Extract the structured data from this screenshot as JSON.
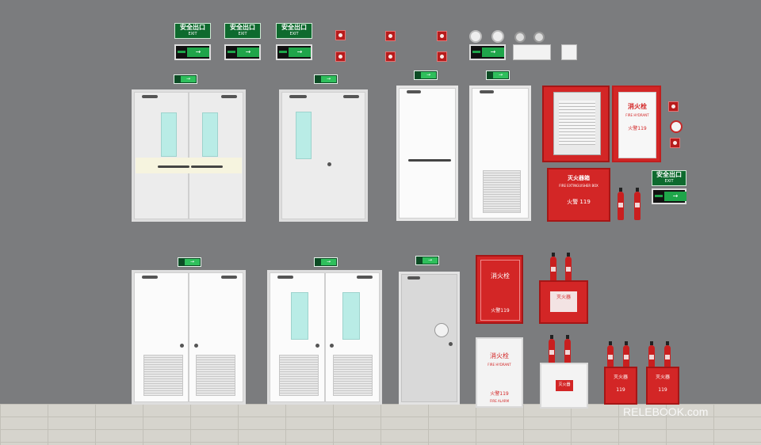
{
  "scene": {
    "exit_signs": {
      "cn": "安全出口",
      "en": "EXIT"
    },
    "door_sign_text": "→",
    "hydrant_cabinet": {
      "cn": "消火栓",
      "en": "FIRE HYDRANT",
      "alarm": "火警119",
      "sub": "FIRE ALARM"
    },
    "extinguisher_box": {
      "cn": "灭火器箱",
      "en": "FIRE EXTINGUISHER BOX",
      "alarm": "火警 119"
    },
    "extinguisher_small_label": "灭火器",
    "alarm_short": "119"
  },
  "watermark": "RELEBOOK.com",
  "colors": {
    "wall": "#7b7c7e",
    "exit_green": "#1fa54a",
    "fire_red": "#d32626"
  }
}
